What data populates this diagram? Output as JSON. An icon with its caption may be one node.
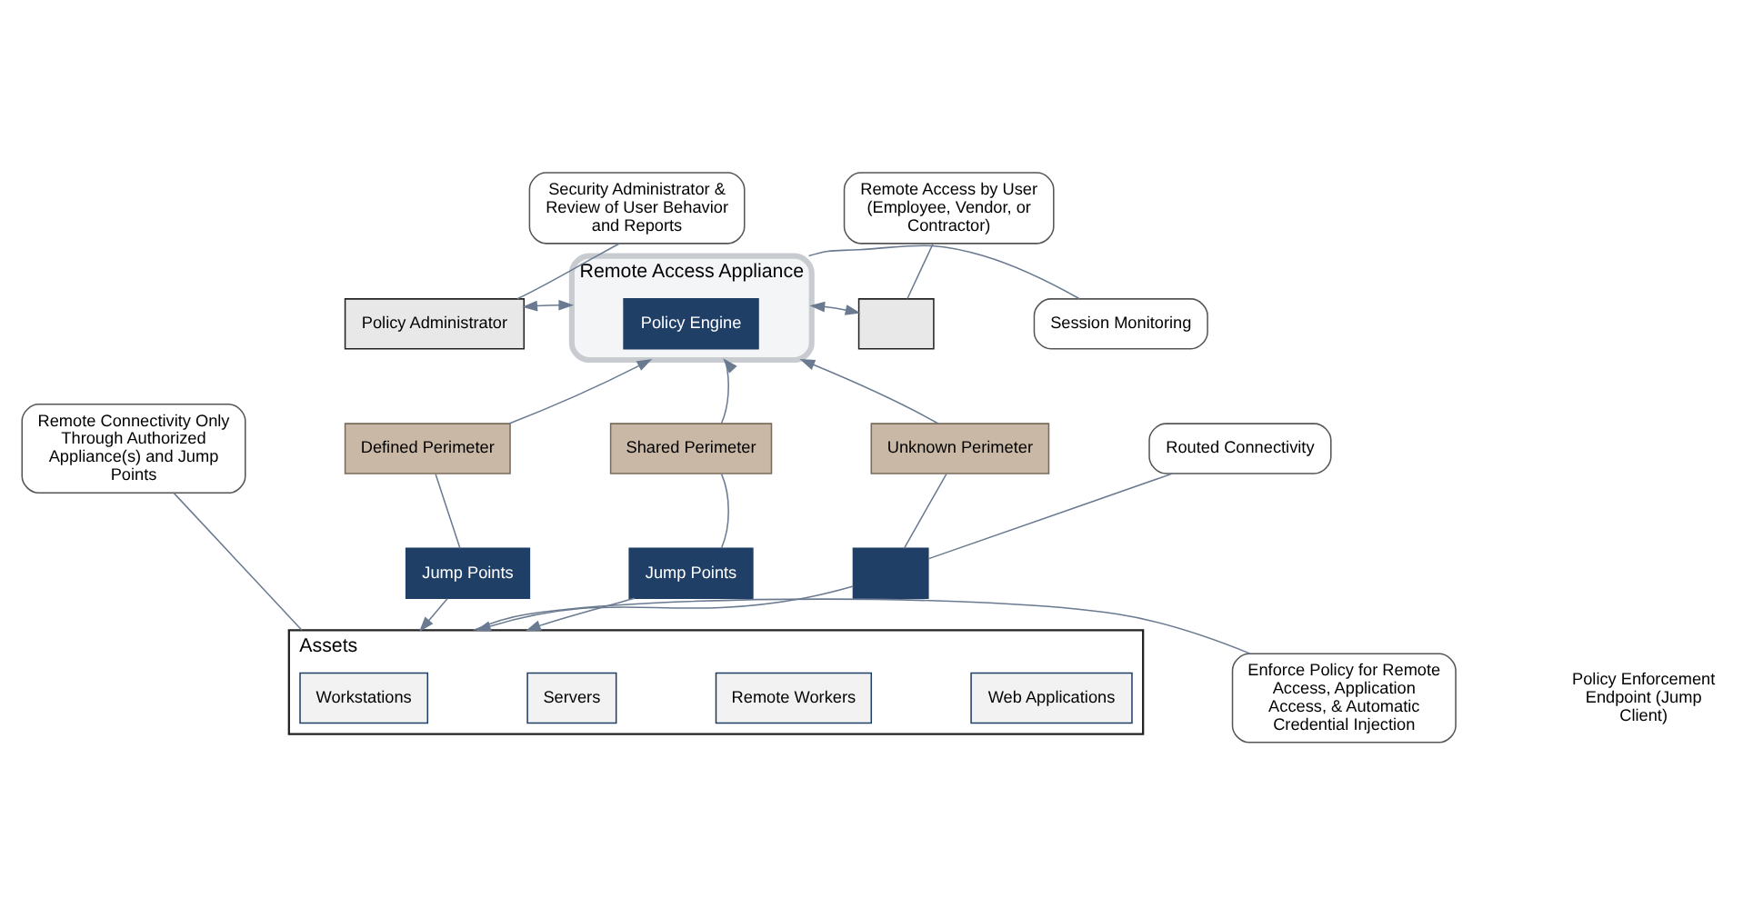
{
  "diagram": {
    "nodes": [
      {
        "text": [
          "Remote Access Appliance"
        ]
      },
      {
        "text": [
          "Policy Engine"
        ],
        "in": 0
      },
      {
        "text": [
          "Security Administrator & Review of User Behavior and Reports"
        ]
      },
      {
        "text": [
          "Policy Administrator"
        ]
      },
      {
        "text": [
          "Remote Access by User (Employee, Vendor, or Contractor)"
        ]
      },
      {
        "text": [],
        "shape": "computer"
      },
      {
        "text": [
          "Session Monitoring"
        ]
      },
      {
        "text": [
          "Defined Perimeter"
        ]
      },
      {
        "text": [
          "Shared Perimeter"
        ]
      },
      {
        "text": [
          "Unknown Perimeter"
        ]
      },
      {
        "text": [
          "Routed Connectivity"
        ]
      },
      {
        "text": [
          "Remote Connectivity Only Through Authorized Appliance(s) and Jump Points"
        ]
      },
      {
        "text": [
          "Jump Points"
        ]
      },
      {
        "text": [
          "Jump Points"
        ]
      },
      {
        "text": [],
        "shape": "server"
      },
      {
        "text": [
          "Assets"
        ]
      },
      {
        "text": [
          "Workstations"
        ],
        "in": 15
      },
      {
        "text": [
          "Servers"
        ],
        "in": 15
      },
      {
        "text": [
          "Remote Workers"
        ],
        "in": 15
      },
      {
        "text": [
          "Web Applications"
        ],
        "in": 15
      },
      {
        "text": [
          "Enforce Policy for Remote Access, Application Access, & Automatic Credential Injection"
        ]
      }
    ],
    "edges": [
      {
        "from": 2,
        "to": 3,
        "arrow": "none"
      },
      {
        "from": 3,
        "to": 0,
        "arrow": "both"
      },
      {
        "from": 4,
        "to": 5,
        "arrow": "none"
      },
      {
        "from": 0,
        "to": 5,
        "arrow": "both"
      },
      {
        "from": 6,
        "to": 0,
        "arrow": "none"
      },
      {
        "from": 7,
        "to": 0,
        "arrow": "to"
      },
      {
        "from": 8,
        "to": 0,
        "arrow": "to"
      },
      {
        "from": 9,
        "to": 0,
        "arrow": "to"
      },
      {
        "from": 7,
        "to": 12,
        "arrow": "none"
      },
      {
        "from": 8,
        "to": 13,
        "arrow": "none"
      },
      {
        "from": 9,
        "to": 14,
        "arrow": "none"
      },
      {
        "from": 12,
        "to": 15,
        "arrow": "to"
      },
      {
        "from": 13,
        "to": 15,
        "arrow": "to"
      },
      {
        "from": 14,
        "to": 15,
        "arrow": "to"
      },
      {
        "from": 10,
        "to": 14,
        "arrow": "none"
      },
      {
        "from": 11,
        "to": 15,
        "arrow": "none"
      },
      {
        "from": 20,
        "to": 15,
        "arrow": "none"
      }
    ],
    "labels": [
      "Policy Enforcement Endpoint (Jump Client)"
    ]
  }
}
